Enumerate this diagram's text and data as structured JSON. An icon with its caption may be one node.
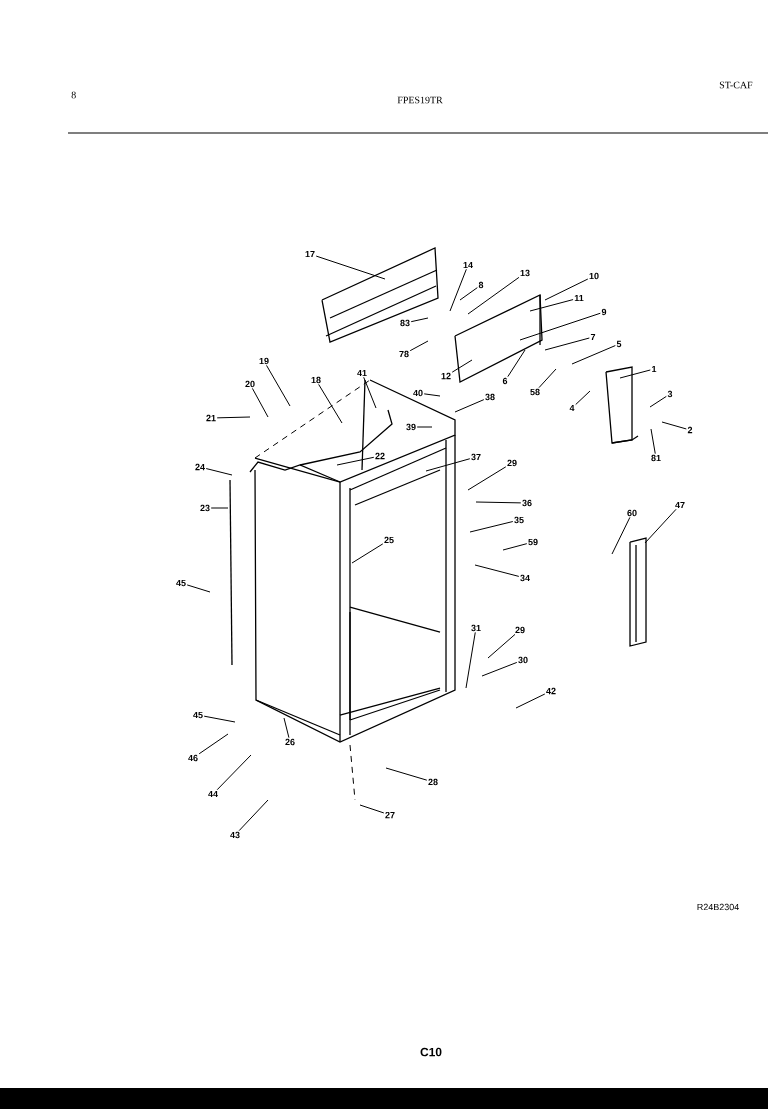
{
  "diagram": {
    "nodes": [
      {
        "text": [
          "17"
        ]
      },
      {
        "text": [
          "14"
        ]
      },
      {
        "text": [
          "8"
        ]
      },
      {
        "text": [
          "13"
        ]
      },
      {
        "text": [
          "10"
        ]
      },
      {
        "text": [
          "11"
        ]
      },
      {
        "text": [
          "9"
        ]
      },
      {
        "text": [
          "7"
        ]
      },
      {
        "text": [
          "5"
        ]
      },
      {
        "text": [
          "58"
        ]
      },
      {
        "text": [
          "6"
        ]
      },
      {
        "text": [
          "12"
        ]
      },
      {
        "text": [
          "83"
        ]
      },
      {
        "text": [
          "78"
        ]
      },
      {
        "text": [
          "1"
        ]
      },
      {
        "text": [
          "3"
        ]
      },
      {
        "text": [
          "2"
        ]
      },
      {
        "text": [
          "4"
        ]
      },
      {
        "text": [
          "81"
        ]
      },
      {
        "text": [
          "19"
        ]
      },
      {
        "text": [
          "20"
        ]
      },
      {
        "text": [
          "21"
        ]
      },
      {
        "text": [
          "18"
        ]
      },
      {
        "text": [
          "41"
        ]
      },
      {
        "text": [
          "40"
        ]
      },
      {
        "text": [
          "38"
        ]
      },
      {
        "text": [
          "39"
        ]
      },
      {
        "text": [
          "22"
        ]
      },
      {
        "text": [
          "37"
        ]
      },
      {
        "text": [
          "24"
        ]
      },
      {
        "text": [
          "23"
        ]
      },
      {
        "text": [
          "29"
        ]
      },
      {
        "text": [
          "36"
        ]
      },
      {
        "text": [
          "35"
        ]
      },
      {
        "text": [
          "59"
        ]
      },
      {
        "text": [
          "34"
        ]
      },
      {
        "text": [
          "25"
        ]
      },
      {
        "text": [
          "60"
        ]
      },
      {
        "text": [
          "47"
        ]
      },
      {
        "text": [
          "45"
        ]
      },
      {
        "text": [
          "31"
        ]
      },
      {
        "text": [
          "29"
        ]
      },
      {
        "text": [
          "30"
        ]
      },
      {
        "text": [
          "42"
        ]
      },
      {
        "text": [
          "45"
        ]
      },
      {
        "text": [
          "46"
        ]
      },
      {
        "text": [
          "26"
        ]
      },
      {
        "text": [
          "44"
        ]
      },
      {
        "text": [
          "43"
        ]
      },
      {
        "text": [
          "28"
        ]
      },
      {
        "text": [
          "27"
        ]
      }
    ],
    "edges": [
      {
        "from": 0,
        "to": null,
        "arrow": "none"
      },
      {
        "from": 1,
        "to": null,
        "arrow": "none"
      },
      {
        "from": 2,
        "to": null,
        "arrow": "none"
      },
      {
        "from": 3,
        "to": null,
        "arrow": "none"
      },
      {
        "from": 4,
        "to": null,
        "arrow": "none"
      },
      {
        "from": 5,
        "to": null,
        "arrow": "none"
      },
      {
        "from": 6,
        "to": null,
        "arrow": "none"
      },
      {
        "from": 7,
        "to": null,
        "arrow": "none"
      },
      {
        "from": 8,
        "to": null,
        "arrow": "none"
      },
      {
        "from": 9,
        "to": null,
        "arrow": "none"
      },
      {
        "from": 10,
        "to": null,
        "arrow": "none"
      },
      {
        "from": 11,
        "to": null,
        "arrow": "none"
      },
      {
        "from": 12,
        "to": null,
        "arrow": "none"
      },
      {
        "from": 13,
        "to": null,
        "arrow": "none"
      },
      {
        "from": 14,
        "to": null,
        "arrow": "none"
      },
      {
        "from": 15,
        "to": null,
        "arrow": "none"
      },
      {
        "from": 16,
        "to": null,
        "arrow": "none"
      },
      {
        "from": 17,
        "to": null,
        "arrow": "none"
      },
      {
        "from": 18,
        "to": null,
        "arrow": "none"
      },
      {
        "from": 19,
        "to": null,
        "arrow": "none"
      },
      {
        "from": 20,
        "to": null,
        "arrow": "none"
      },
      {
        "from": 21,
        "to": null,
        "arrow": "none"
      },
      {
        "from": 22,
        "to": null,
        "arrow": "none"
      },
      {
        "from": 23,
        "to": null,
        "arrow": "none"
      },
      {
        "from": 24,
        "to": null,
        "arrow": "none"
      },
      {
        "from": 25,
        "to": null,
        "arrow": "none"
      },
      {
        "from": 26,
        "to": null,
        "arrow": "none"
      },
      {
        "from": 27,
        "to": null,
        "arrow": "none"
      },
      {
        "from": 28,
        "to": null,
        "arrow": "none"
      },
      {
        "from": 29,
        "to": null,
        "arrow": "none"
      },
      {
        "from": 30,
        "to": null,
        "arrow": "none"
      },
      {
        "from": 31,
        "to": null,
        "arrow": "none"
      },
      {
        "from": 32,
        "to": null,
        "arrow": "none"
      },
      {
        "from": 33,
        "to": null,
        "arrow": "none"
      },
      {
        "from": 34,
        "to": null,
        "arrow": "none"
      },
      {
        "from": 35,
        "to": null,
        "arrow": "none"
      },
      {
        "from": 36,
        "to": null,
        "arrow": "none"
      },
      {
        "from": 37,
        "to": null,
        "arrow": "none"
      },
      {
        "from": 38,
        "to": null,
        "arrow": "none"
      },
      {
        "from": 39,
        "to": null,
        "arrow": "none"
      },
      {
        "from": 40,
        "to": null,
        "arrow": "none"
      },
      {
        "from": 41,
        "to": null,
        "arrow": "none"
      },
      {
        "from": 42,
        "to": null,
        "arrow": "none"
      },
      {
        "from": 43,
        "to": null,
        "arrow": "none"
      },
      {
        "from": 44,
        "to": null,
        "arrow": "none"
      },
      {
        "from": 45,
        "to": null,
        "arrow": "none"
      },
      {
        "from": 46,
        "to": null,
        "arrow": "none"
      },
      {
        "from": 47,
        "to": null,
        "arrow": "none"
      },
      {
        "from": 48,
        "to": null,
        "arrow": "none"
      },
      {
        "from": 49,
        "to": null,
        "arrow": "none"
      },
      {
        "from": 50,
        "to": null,
        "arrow": "none"
      }
    ],
    "labels": [
      "8",
      "FPES19TR",
      "ST-CAF",
      "R24B2304",
      "C10"
    ]
  }
}
